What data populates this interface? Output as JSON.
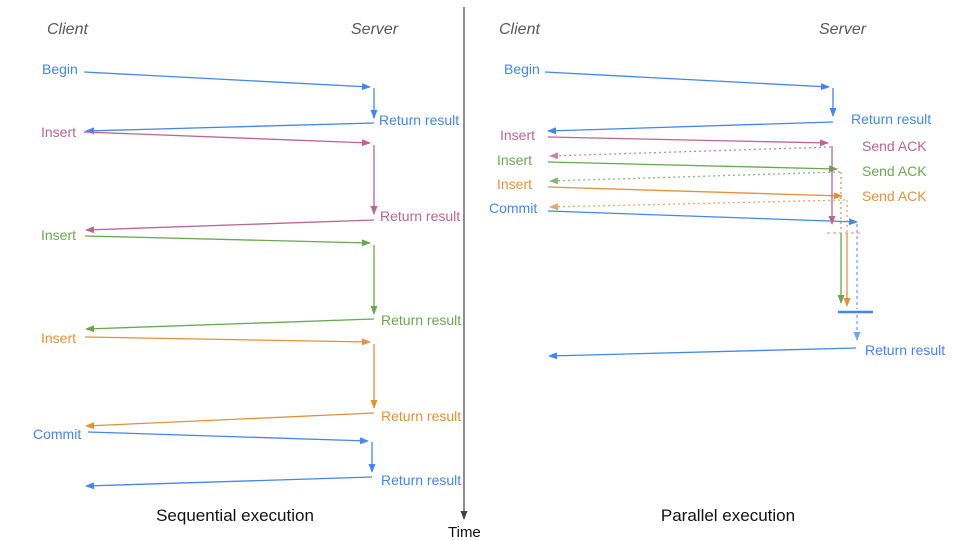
{
  "palette": {
    "blue": "#4285f4",
    "pink": "#bf6392",
    "pink_light": "#d5a6bd",
    "green": "#6aa84f",
    "orange": "#e69138",
    "axis": "#444444",
    "actor_text": "#595959",
    "title_text": "#111111"
  },
  "axis": {
    "time_label": "Time"
  },
  "sequential": {
    "title": "Sequential execution",
    "client": "Client",
    "server": "Server",
    "steps": [
      {
        "label": "Begin",
        "response": "Return result"
      },
      {
        "label": "Insert",
        "response": "Return result"
      },
      {
        "label": "Insert",
        "response": "Return result"
      },
      {
        "label": "Insert",
        "response": "Return result"
      },
      {
        "label": "Commit",
        "response": "Return result"
      }
    ]
  },
  "parallel": {
    "title": "Parallel execution",
    "client": "Client",
    "server": "Server",
    "steps": [
      {
        "label": "Begin",
        "response": "Return result"
      },
      {
        "label": "Insert",
        "response": "Send ACK"
      },
      {
        "label": "Insert",
        "response": "Send ACK"
      },
      {
        "label": "Insert",
        "response": "Send ACK"
      },
      {
        "label": "Commit",
        "response": "Return result"
      }
    ]
  }
}
